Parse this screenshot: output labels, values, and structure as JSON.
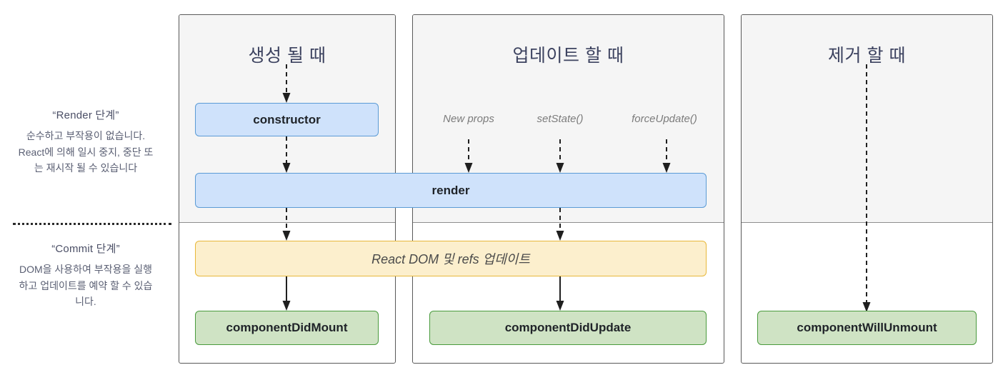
{
  "legend": {
    "render_phase": {
      "title": "“Render 단계”",
      "body": "순수하고 부작용이 없습니다. React에 의해 일시 중지, 중단 또는 재시작 될 수 있습니다"
    },
    "commit_phase": {
      "title": "“Commit 단계”",
      "body": "DOM을 사용하여 부작용을 실행하고 업데이트를 예약 할 수 있습니다."
    }
  },
  "panels": {
    "mounting": {
      "title": "생성 될 때"
    },
    "updating": {
      "title": "업데이트 할 때"
    },
    "unmounting": {
      "title": "제거 할 때"
    }
  },
  "triggers": {
    "new_props": "New props",
    "set_state": "setState()",
    "force_update": "forceUpdate()"
  },
  "nodes": {
    "constructor": "constructor",
    "render": "render",
    "react_dom_refs": "React DOM 및 refs 업데이트",
    "component_did_mount": "componentDidMount",
    "component_did_update": "componentDidUpdate",
    "component_will_unmount": "componentWillUnmount"
  },
  "colors": {
    "render_node_fill": "#cfe2fb",
    "render_node_border": "#5b9bd5",
    "commit_node_fill": "#fcefcd",
    "commit_node_border": "#e8b83a",
    "lifecycle_node_fill": "#cfe3c4",
    "lifecycle_node_border": "#4a9b3d",
    "panel_top_fill": "#f5f5f5",
    "panel_border": "#595959",
    "title_text": "#3d4360",
    "trigger_text": "#7c7c7c"
  }
}
